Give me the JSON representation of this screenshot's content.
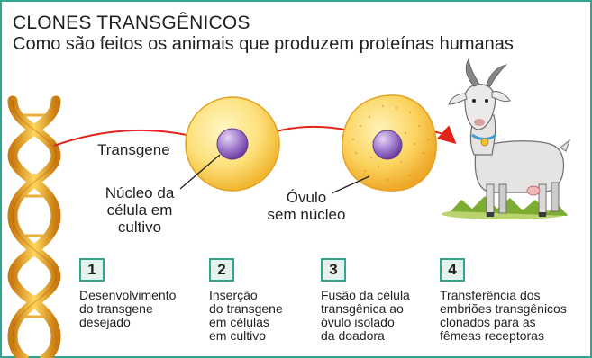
{
  "header": {
    "title": "CLONES TRANSGÊNICOS",
    "subtitle": "Como são feitos os animais que produzem proteínas humanas"
  },
  "labels": {
    "transgene": "Transgene",
    "nucleus": [
      "Núcleo da",
      "célula em",
      "cultivo"
    ],
    "ovum": [
      "Óvulo",
      "sem núcleo"
    ]
  },
  "steps": [
    {
      "number": "1",
      "text": [
        "Desenvolvimento",
        "do transgene",
        "desejado"
      ]
    },
    {
      "number": "2",
      "text": [
        "Inserção",
        "do transgene",
        "em células",
        "em cultivo"
      ]
    },
    {
      "number": "3",
      "text": [
        "Fusão da célula",
        "transgênica ao",
        "óvulo isolado",
        "da doadora"
      ]
    },
    {
      "number": "4",
      "text": [
        "Transferência dos",
        "embriões transgênicos",
        "clonados para as",
        "fêmeas receptoras"
      ]
    }
  ],
  "colors": {
    "border": "#2fa58e",
    "arrow": "#e2231a",
    "cell": "#fbd85a",
    "nucleus": "#8b5fb8",
    "dna": "#e8a21a"
  }
}
